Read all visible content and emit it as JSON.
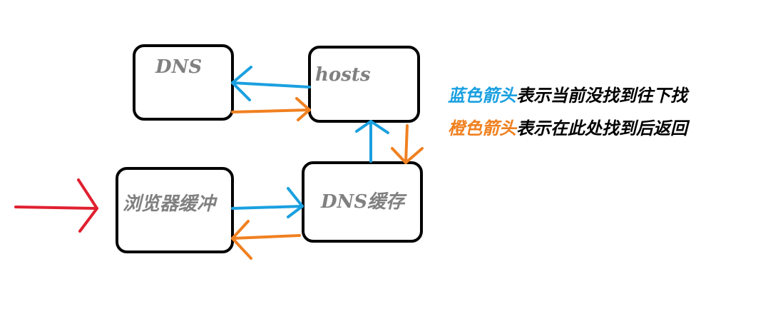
{
  "nodes": {
    "dns": {
      "label": "DNS"
    },
    "hosts": {
      "label": "hosts"
    },
    "browser_cache": {
      "label": "浏览器缓冲"
    },
    "dns_cache": {
      "label": "DNS缓存"
    }
  },
  "legend": {
    "blue": {
      "key": "蓝色箭头",
      "desc": "表示当前没找到往下找",
      "color": "#1aa0e0"
    },
    "orange": {
      "key": "橙色箭头",
      "desc": "表示在此处找到后返回",
      "color": "#f08020"
    }
  },
  "colors": {
    "entry_arrow": "#e02030",
    "blue_arrow": "#1aa0e0",
    "orange_arrow": "#f08020",
    "box_border": "#000000",
    "box_label": "#808080"
  }
}
